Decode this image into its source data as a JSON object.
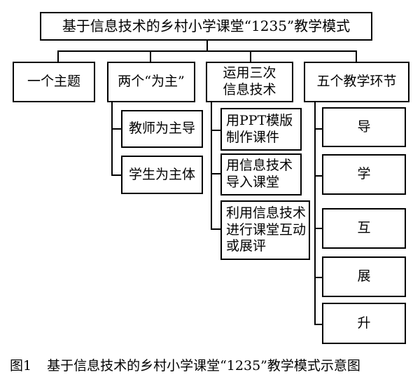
{
  "diagram": {
    "root": "基于信息技术的乡村小学课堂“1235”教学模式",
    "branches": [
      {
        "label": "一个主题",
        "children": []
      },
      {
        "label": "两个“为主”",
        "children": [
          "教师为主导",
          "学生为主体"
        ]
      },
      {
        "label": "运用三次\n信息技术",
        "children": [
          "用PPT模版\n制作课件",
          "用信息技术\n导入课堂",
          "利用信息技术\n进行课堂互动\n或展评"
        ]
      },
      {
        "label": "五个教学环节",
        "children": [
          "导",
          "学",
          "互",
          "展",
          "升"
        ]
      }
    ]
  },
  "caption": {
    "number": "图1",
    "text": "基于信息技术的乡村小学课堂“1235”教学模式示意图"
  }
}
